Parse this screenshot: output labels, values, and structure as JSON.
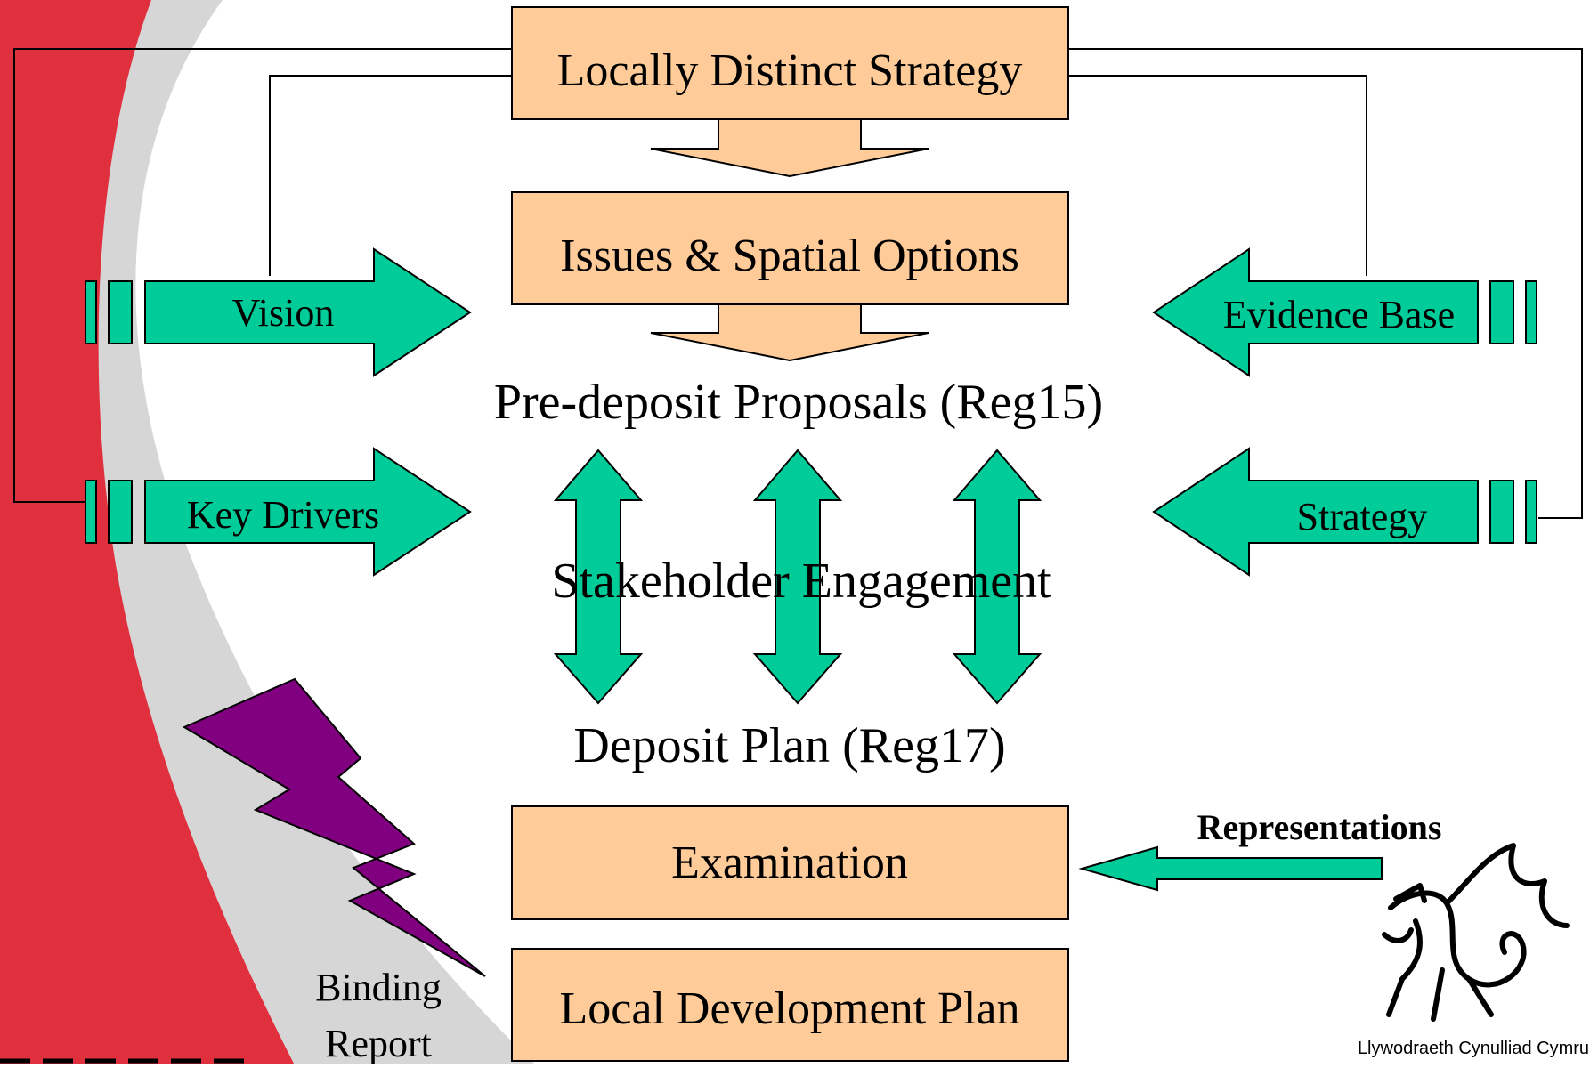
{
  "boxes": {
    "strategy": "Locally Distinct Strategy",
    "issues": "Issues & Spatial Options",
    "examination": "Examination",
    "ldp": "Local Development Plan"
  },
  "stages": {
    "predeposit": "Pre-deposit Proposals (Reg15)",
    "engagement": "Stakeholder Engagement",
    "deposit": "Deposit Plan (Reg17)"
  },
  "inputs": {
    "vision": "Vision",
    "key_drivers": "Key Drivers",
    "evidence_base": "Evidence Base",
    "strategy": "Strategy"
  },
  "representations": "Representations",
  "binding_report": {
    "line1": "Binding",
    "line2": "Report"
  },
  "logo": {
    "caption": "Llywodraeth Cynulliad Cymru"
  },
  "colors": {
    "box_fill": "#FFCC99",
    "arrow_green": "#00CC99",
    "lightning_purple": "#800080",
    "background_red": "#E0303E",
    "background_grey": "#D6D6D6"
  }
}
